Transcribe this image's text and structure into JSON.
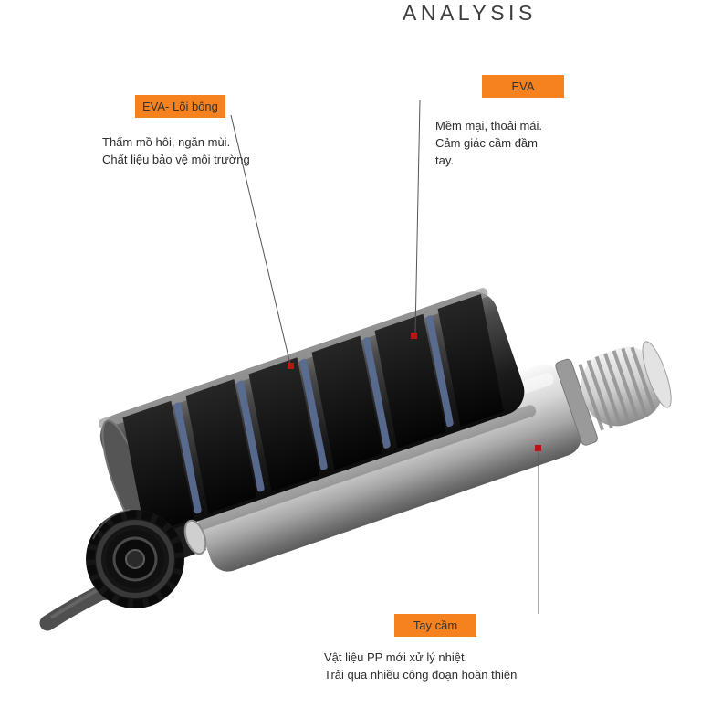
{
  "title": "ANALYSIS",
  "colors": {
    "accent_orange": "#F6821F",
    "marker_red": "#C11212",
    "leader_line": "#555555",
    "text": "#2D2D2D",
    "stripe_blue": "#5A6E94"
  },
  "callouts": {
    "eva_core": {
      "label": "EVA- Lõi bông",
      "desc_lines": [
        "Thấm mồ hôi, ngăn mùi.",
        "Chất liệu bảo vệ môi trường"
      ]
    },
    "eva": {
      "label": "EVA",
      "desc_lines": [
        "Mềm mại, thoải mái.",
        "Cảm giác cầm đầm",
        "tay."
      ]
    },
    "handle": {
      "label": "Tay cầm",
      "desc_lines": [
        "Vật liệu PP mới xử lý nhiệt.",
        "Trải qua nhiều công đoạn hoàn thiện"
      ]
    }
  }
}
